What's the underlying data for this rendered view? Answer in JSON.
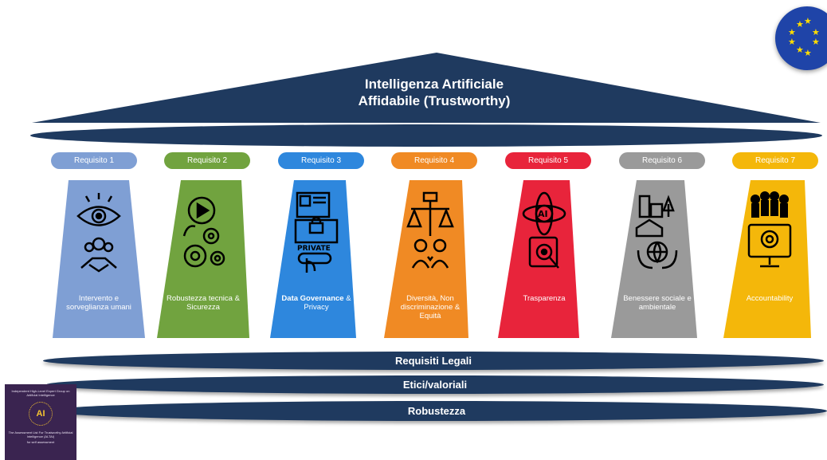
{
  "roof": {
    "line1": "Intelligenza Artificiale",
    "line2": "Affidabile (Trustworthy)"
  },
  "requirements": [
    {
      "tag": "Requisito 1",
      "label_plain": "Intervento e sorveglianza umani",
      "label_bold": "",
      "color": "#7f9fd4",
      "icon": "eye-handshake-icon"
    },
    {
      "tag": "Requisito 2",
      "label_plain": "Robustezza tecnica & Sicurezza",
      "label_bold": "",
      "color": "#71a33f",
      "icon": "gears-play-icon"
    },
    {
      "tag": "Requisito 3",
      "label_bold": "Data Governance",
      "label_plain": "& Privacy",
      "color": "#2e87dd",
      "icon": "private-lock-icon"
    },
    {
      "tag": "Requisito 4",
      "label_plain": "Diversità, Non discriminazione & Equità",
      "label_bold": "",
      "color": "#f08a24",
      "icon": "scales-people-icon"
    },
    {
      "tag": "Requisito 5",
      "label_plain": "Trasparenza",
      "label_bold": "",
      "color": "#e8243b",
      "icon": "ai-atom-icon"
    },
    {
      "tag": "Requisito 6",
      "label_plain": "Benessere sociale e ambientale",
      "label_bold": "",
      "color": "#9a9a9a",
      "icon": "city-globe-hands-icon"
    },
    {
      "tag": "Requisito 7",
      "label_plain": "Accountability",
      "label_bold": "",
      "color": "#f4b70a",
      "icon": "team-gear-monitor-icon"
    }
  ],
  "bands": {
    "legal": "Requisiti Legali",
    "ethical": "Etici/valoriali",
    "robustness": "Robustezza"
  },
  "colors": {
    "navy": "#1f3a5f"
  },
  "book": {
    "line1": "Independent High-Level Expert Group on Artificial Intelligence",
    "badge": "AI",
    "line2": "The Assessment List For Trustworthy Artificial Intelligence (ALTAI)",
    "line3": "for self assessment"
  }
}
